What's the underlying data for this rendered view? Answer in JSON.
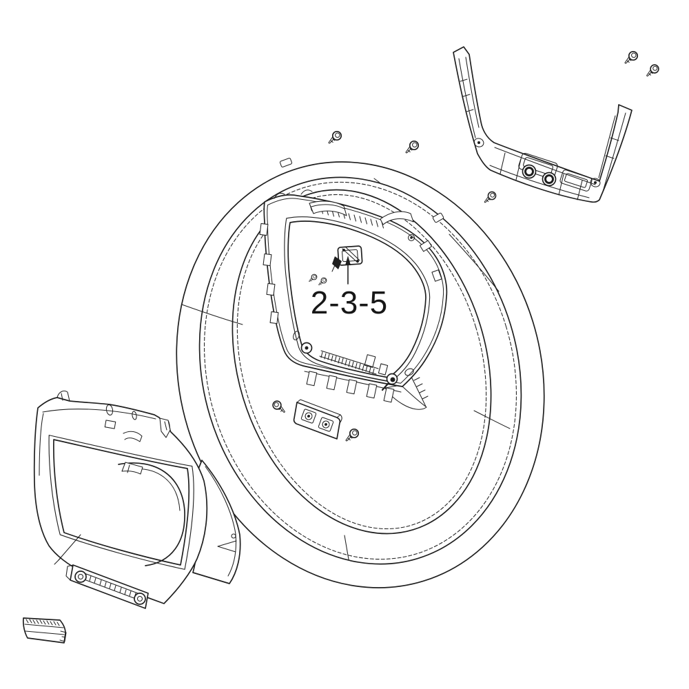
{
  "diagram": {
    "kind": "exploded-parts-line-drawing",
    "colors": {
      "background": "#ffffff",
      "line": "#1f1f1f",
      "label_text": "#171717"
    },
    "callout": {
      "label": "2-3-5"
    },
    "parts": [
      {
        "name": "front-cover-panel"
      },
      {
        "name": "door-opening-frame"
      },
      {
        "name": "callout-clip-bracket"
      },
      {
        "name": "two-hole-mounting-bracket"
      },
      {
        "name": "control-panel-support-bracket"
      },
      {
        "name": "door-inner-frame-panel"
      },
      {
        "name": "side-flange"
      },
      {
        "name": "ribbed-end-cap"
      },
      {
        "name": "screw",
        "count": 10
      }
    ]
  }
}
